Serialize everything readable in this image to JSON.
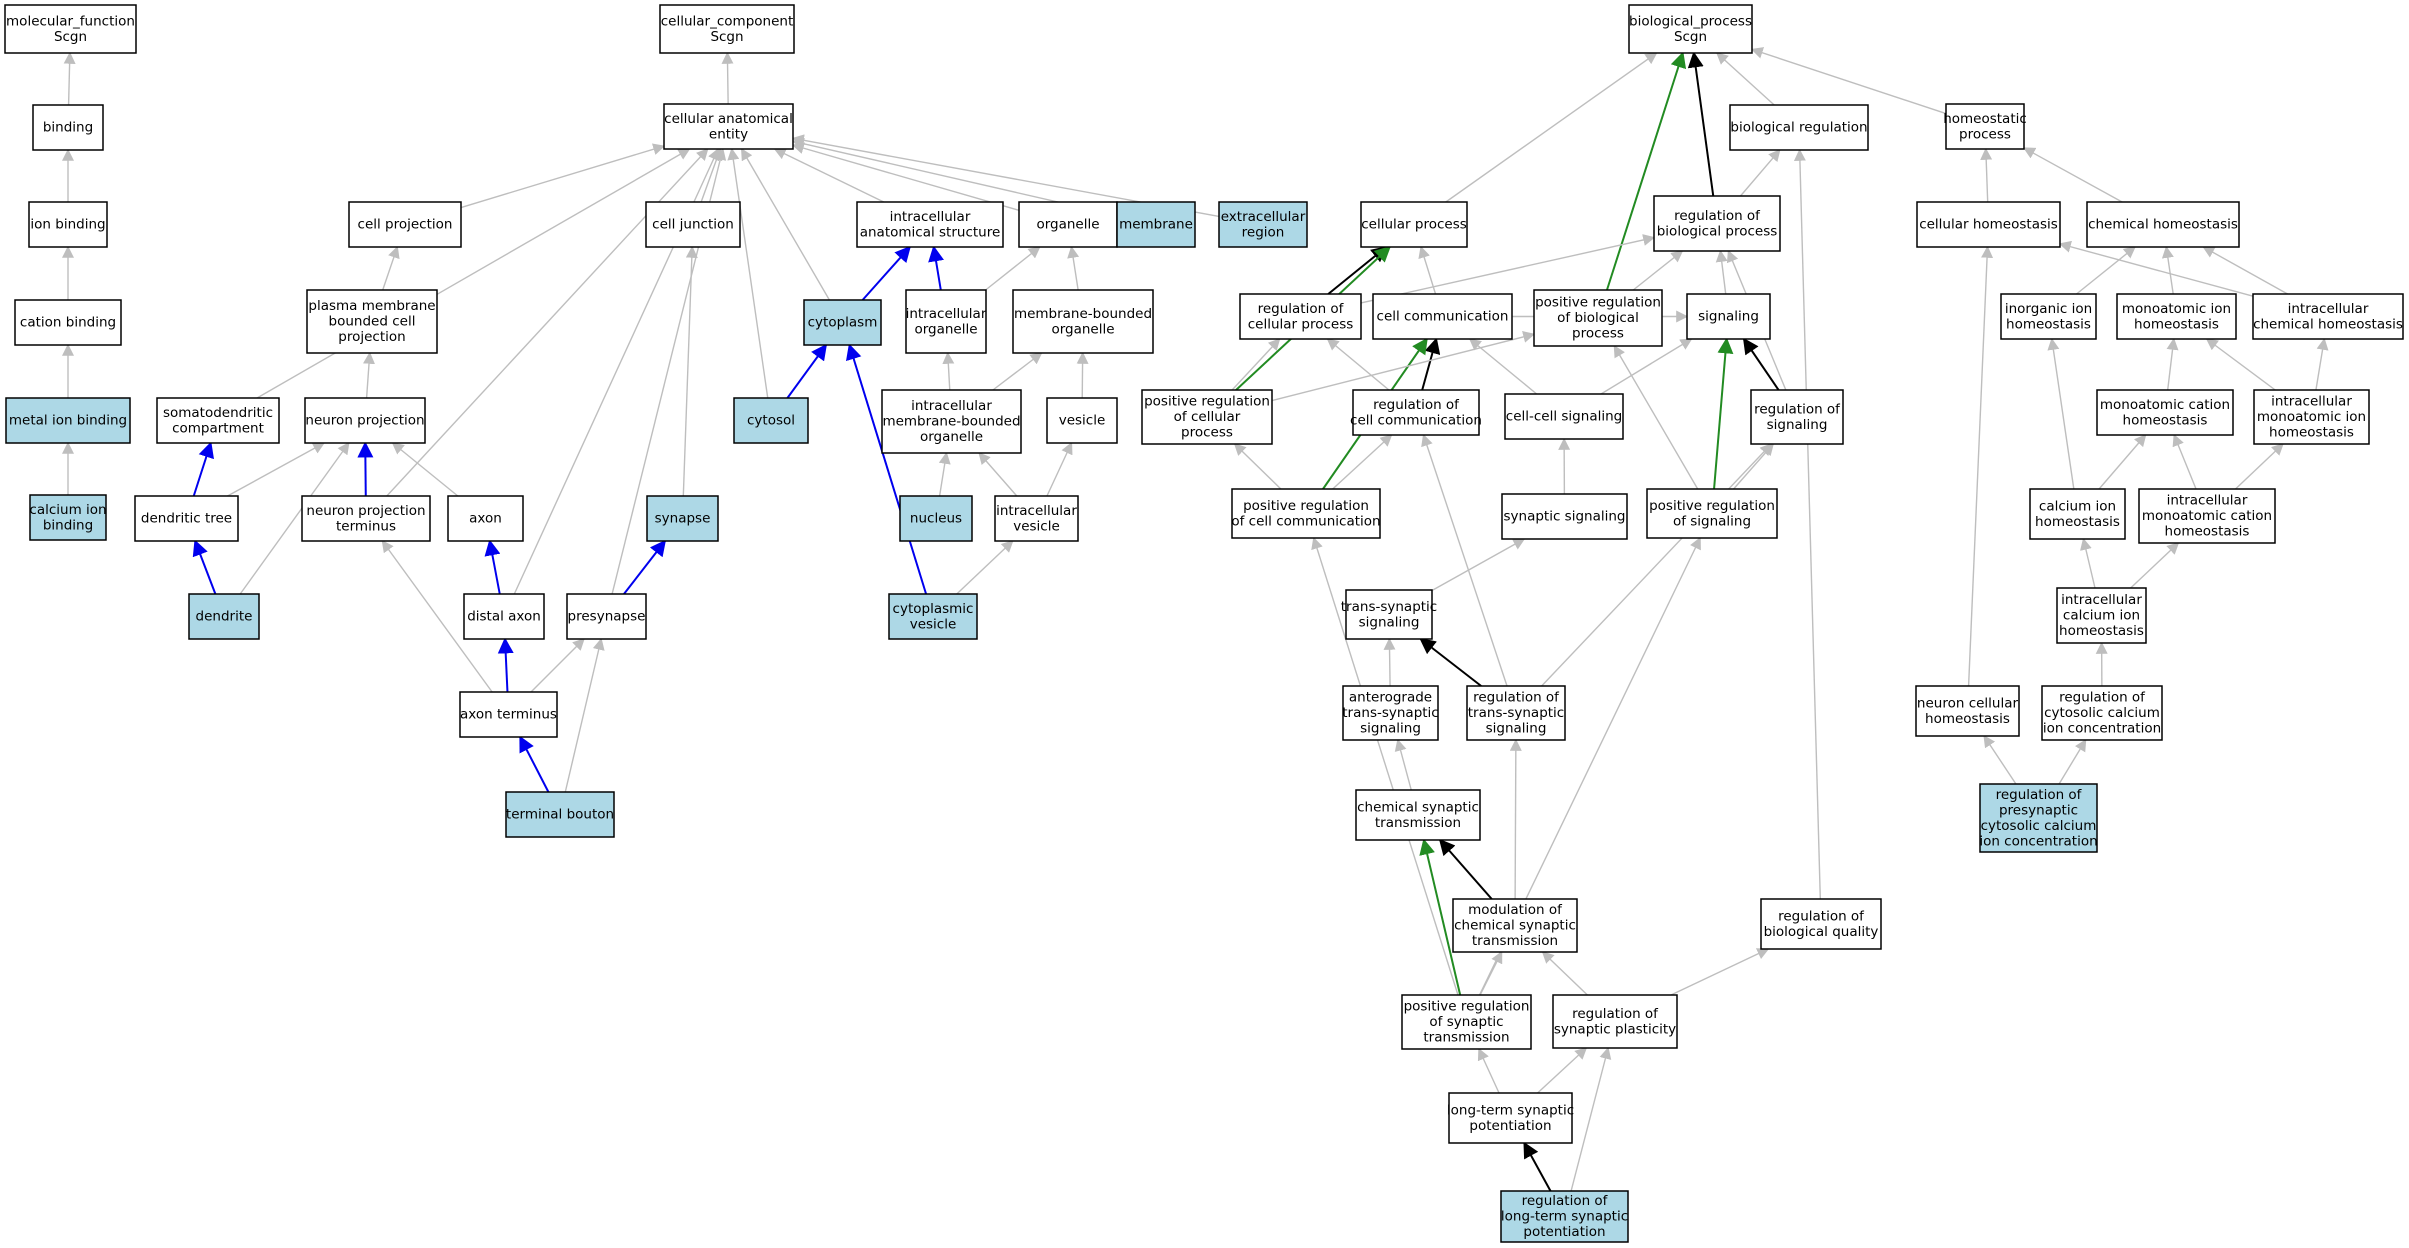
{
  "colors": {
    "highlight_fill": "#add8e6",
    "plain_fill": "#ffffff",
    "edge_gray": "#bebebe",
    "edge_black": "#000000",
    "edge_blue": "#0000ee",
    "edge_green": "#228b22"
  },
  "nodes": [
    {
      "id": "mf",
      "label": [
        "molecular_function",
        "Scgn"
      ],
      "hl": false
    },
    {
      "id": "binding",
      "label": [
        "binding"
      ],
      "hl": false
    },
    {
      "id": "ionb",
      "label": [
        "ion binding"
      ],
      "hl": false
    },
    {
      "id": "cationb",
      "label": [
        "cation binding"
      ],
      "hl": false
    },
    {
      "id": "metalb",
      "label": [
        "metal ion binding"
      ],
      "hl": true
    },
    {
      "id": "calb",
      "label": [
        "calcium ion",
        "binding"
      ],
      "hl": true
    },
    {
      "id": "cc",
      "label": [
        "cellular_component",
        "Scgn"
      ],
      "hl": false
    },
    {
      "id": "cae",
      "label": [
        "cellular anatomical",
        "entity"
      ],
      "hl": false
    },
    {
      "id": "cellproj",
      "label": [
        "cell projection"
      ],
      "hl": false
    },
    {
      "id": "cjunc",
      "label": [
        "cell junction"
      ],
      "hl": false
    },
    {
      "id": "ias",
      "label": [
        "intracellular",
        "anatomical structure"
      ],
      "hl": false
    },
    {
      "id": "organelle",
      "label": [
        "organelle"
      ],
      "hl": false
    },
    {
      "id": "membrane",
      "label": [
        "membrane"
      ],
      "hl": true
    },
    {
      "id": "extreg",
      "label": [
        "extracellular",
        "region"
      ],
      "hl": true
    },
    {
      "id": "pmbcp",
      "label": [
        "plasma membrane",
        "bounded cell",
        "projection"
      ],
      "hl": false
    },
    {
      "id": "cytoplasm",
      "label": [
        "cytoplasm"
      ],
      "hl": true
    },
    {
      "id": "icorg",
      "label": [
        "intracellular",
        "organelle"
      ],
      "hl": false
    },
    {
      "id": "mbo",
      "label": [
        "membrane-bounded",
        "organelle"
      ],
      "hl": false
    },
    {
      "id": "sdc",
      "label": [
        "somatodendritic",
        "compartment"
      ],
      "hl": false
    },
    {
      "id": "neuproj",
      "label": [
        "neuron projection"
      ],
      "hl": false
    },
    {
      "id": "cytosol",
      "label": [
        "cytosol"
      ],
      "hl": true
    },
    {
      "id": "imbo",
      "label": [
        "intracellular",
        "membrane-bounded",
        "organelle"
      ],
      "hl": false
    },
    {
      "id": "vesicle",
      "label": [
        "vesicle"
      ],
      "hl": false
    },
    {
      "id": "dtree",
      "label": [
        "dendritic tree"
      ],
      "hl": false
    },
    {
      "id": "npterm",
      "label": [
        "neuron projection",
        "terminus"
      ],
      "hl": false
    },
    {
      "id": "axon",
      "label": [
        "axon"
      ],
      "hl": false
    },
    {
      "id": "synapse",
      "label": [
        "synapse"
      ],
      "hl": true
    },
    {
      "id": "nucleus",
      "label": [
        "nucleus"
      ],
      "hl": true
    },
    {
      "id": "icves",
      "label": [
        "intracellular",
        "vesicle"
      ],
      "hl": false
    },
    {
      "id": "dendrite",
      "label": [
        "dendrite"
      ],
      "hl": true
    },
    {
      "id": "daxon",
      "label": [
        "distal axon"
      ],
      "hl": false
    },
    {
      "id": "presyn",
      "label": [
        "presynapse"
      ],
      "hl": false
    },
    {
      "id": "cytves",
      "label": [
        "cytoplasmic",
        "vesicle"
      ],
      "hl": true
    },
    {
      "id": "axterm",
      "label": [
        "axon terminus"
      ],
      "hl": false
    },
    {
      "id": "tbouton",
      "label": [
        "terminal bouton"
      ],
      "hl": true
    },
    {
      "id": "bp",
      "label": [
        "biological_process",
        "Scgn"
      ],
      "hl": false
    },
    {
      "id": "bioreg",
      "label": [
        "biological regulation"
      ],
      "hl": false
    },
    {
      "id": "homeo",
      "label": [
        "homeostatic",
        "process"
      ],
      "hl": false
    },
    {
      "id": "cellproc",
      "label": [
        "cellular process"
      ],
      "hl": false
    },
    {
      "id": "regbp",
      "label": [
        "regulation of",
        "biological process"
      ],
      "hl": false
    },
    {
      "id": "cellhomeo",
      "label": [
        "cellular homeostasis"
      ],
      "hl": false
    },
    {
      "id": "chemhomeo",
      "label": [
        "chemical homeostasis"
      ],
      "hl": false
    },
    {
      "id": "regcp",
      "label": [
        "regulation of",
        "cellular process"
      ],
      "hl": false
    },
    {
      "id": "cellcomm",
      "label": [
        "cell communication"
      ],
      "hl": false
    },
    {
      "id": "posregbp",
      "label": [
        "positive regulation",
        "of biological",
        "process"
      ],
      "hl": false
    },
    {
      "id": "signaling",
      "label": [
        "signaling"
      ],
      "hl": false
    },
    {
      "id": "inorghomeo",
      "label": [
        "inorganic ion",
        "homeostasis"
      ],
      "hl": false
    },
    {
      "id": "monohomeo",
      "label": [
        "monoatomic ion",
        "homeostasis"
      ],
      "hl": false
    },
    {
      "id": "icchemhomeo",
      "label": [
        "intracellular",
        "chemical homeostasis"
      ],
      "hl": false
    },
    {
      "id": "posregcp",
      "label": [
        "positive regulation",
        "of cellular",
        "process"
      ],
      "hl": false
    },
    {
      "id": "regcc",
      "label": [
        "regulation of",
        "cell communication"
      ],
      "hl": false
    },
    {
      "id": "ccsig",
      "label": [
        "cell-cell signaling"
      ],
      "hl": false
    },
    {
      "id": "regsig",
      "label": [
        "regulation of",
        "signaling"
      ],
      "hl": false
    },
    {
      "id": "monocathomeo",
      "label": [
        "monoatomic cation",
        "homeostasis"
      ],
      "hl": false
    },
    {
      "id": "icmonohomeo",
      "label": [
        "intracellular",
        "monoatomic ion",
        "homeostasis"
      ],
      "hl": false
    },
    {
      "id": "posregcc",
      "label": [
        "positive regulation",
        "of cell communication"
      ],
      "hl": false
    },
    {
      "id": "synsig",
      "label": [
        "synaptic signaling"
      ],
      "hl": false
    },
    {
      "id": "posregsig",
      "label": [
        "positive regulation",
        "of signaling"
      ],
      "hl": false
    },
    {
      "id": "calhomeo",
      "label": [
        "calcium ion",
        "homeostasis"
      ],
      "hl": false
    },
    {
      "id": "icmonocathomeo",
      "label": [
        "intracellular",
        "monoatomic cation",
        "homeostasis"
      ],
      "hl": false
    },
    {
      "id": "transsig",
      "label": [
        "trans-synaptic",
        "signaling"
      ],
      "hl": false
    },
    {
      "id": "iccalhomeo",
      "label": [
        "intracellular",
        "calcium ion",
        "homeostasis"
      ],
      "hl": false
    },
    {
      "id": "antero",
      "label": [
        "anterograde",
        "trans-synaptic",
        "signaling"
      ],
      "hl": false
    },
    {
      "id": "regtranssig",
      "label": [
        "regulation of",
        "trans-synaptic",
        "signaling"
      ],
      "hl": false
    },
    {
      "id": "nchomeo",
      "label": [
        "neuron cellular",
        "homeostasis"
      ],
      "hl": false
    },
    {
      "id": "regcytcal",
      "label": [
        "regulation of",
        "cytosolic calcium",
        "ion concentration"
      ],
      "hl": false
    },
    {
      "id": "chemsyn",
      "label": [
        "chemical synaptic",
        "transmission"
      ],
      "hl": false
    },
    {
      "id": "regpresyn",
      "label": [
        "regulation of",
        "presynaptic",
        "cytosolic calcium",
        "ion concentration"
      ],
      "hl": true
    },
    {
      "id": "modchemsyn",
      "label": [
        "modulation of",
        "chemical synaptic",
        "transmission"
      ],
      "hl": false
    },
    {
      "id": "regbq",
      "label": [
        "regulation of",
        "biological quality"
      ],
      "hl": false
    },
    {
      "id": "posregsyn",
      "label": [
        "positive regulation",
        "of synaptic",
        "transmission"
      ],
      "hl": false
    },
    {
      "id": "regsynplast",
      "label": [
        "regulation of",
        "synaptic plasticity"
      ],
      "hl": false
    },
    {
      "id": "ltp",
      "label": [
        "long-term synaptic",
        "potentiation"
      ],
      "hl": false
    },
    {
      "id": "regltp",
      "label": [
        "regulation of",
        "long-term synaptic",
        "potentiation"
      ],
      "hl": true
    }
  ],
  "edges": [
    [
      "binding",
      "mf",
      "gray"
    ],
    [
      "ionb",
      "binding",
      "gray"
    ],
    [
      "cationb",
      "ionb",
      "gray"
    ],
    [
      "metalb",
      "cationb",
      "gray"
    ],
    [
      "calb",
      "metalb",
      "gray"
    ],
    [
      "cae",
      "cc",
      "gray"
    ],
    [
      "cellproj",
      "cae",
      "gray"
    ],
    [
      "cjunc",
      "cae",
      "gray"
    ],
    [
      "ias",
      "cae",
      "gray"
    ],
    [
      "organelle",
      "cae",
      "gray"
    ],
    [
      "membrane",
      "cae",
      "gray"
    ],
    [
      "extreg",
      "cae",
      "gray"
    ],
    [
      "sdc",
      "cae",
      "gray"
    ],
    [
      "npterm",
      "cae",
      "gray"
    ],
    [
      "daxon",
      "cae",
      "gray"
    ],
    [
      "presyn",
      "cae",
      "gray"
    ],
    [
      "cytosol",
      "cae",
      "gray"
    ],
    [
      "cytoplasm",
      "cae",
      "gray"
    ],
    [
      "pmbcp",
      "cellproj",
      "gray"
    ],
    [
      "neuproj",
      "pmbcp",
      "gray"
    ],
    [
      "cytoplasm",
      "ias",
      "blue"
    ],
    [
      "icorg",
      "ias",
      "blue"
    ],
    [
      "icorg",
      "organelle",
      "gray"
    ],
    [
      "mbo",
      "organelle",
      "gray"
    ],
    [
      "imbo",
      "icorg",
      "gray"
    ],
    [
      "imbo",
      "mbo",
      "gray"
    ],
    [
      "vesicle",
      "mbo",
      "gray"
    ],
    [
      "cytosol",
      "cytoplasm",
      "blue"
    ],
    [
      "cytves",
      "cytoplasm",
      "blue"
    ],
    [
      "dtree",
      "sdc",
      "blue"
    ],
    [
      "dtree",
      "neuproj",
      "gray"
    ],
    [
      "npterm",
      "neuproj",
      "blue"
    ],
    [
      "axon",
      "neuproj",
      "gray"
    ],
    [
      "dendrite",
      "neuproj",
      "gray"
    ],
    [
      "synapse",
      "cjunc",
      "gray"
    ],
    [
      "nucleus",
      "imbo",
      "gray"
    ],
    [
      "icves",
      "imbo",
      "gray"
    ],
    [
      "icves",
      "vesicle",
      "gray"
    ],
    [
      "dendrite",
      "dtree",
      "blue"
    ],
    [
      "daxon",
      "axon",
      "blue"
    ],
    [
      "presyn",
      "synapse",
      "blue"
    ],
    [
      "cytves",
      "icves",
      "gray"
    ],
    [
      "axterm",
      "npterm",
      "gray"
    ],
    [
      "axterm",
      "daxon",
      "blue"
    ],
    [
      "axterm",
      "presyn",
      "gray"
    ],
    [
      "tbouton",
      "axterm",
      "blue"
    ],
    [
      "tbouton",
      "presyn",
      "gray"
    ],
    [
      "bioreg",
      "bp",
      "gray"
    ],
    [
      "homeo",
      "bp",
      "gray"
    ],
    [
      "cellproc",
      "bp",
      "gray"
    ],
    [
      "regbp",
      "bp",
      "black"
    ],
    [
      "posregbp",
      "bp",
      "green"
    ],
    [
      "regbp",
      "bioreg",
      "gray"
    ],
    [
      "cellhomeo",
      "homeo",
      "gray"
    ],
    [
      "chemhomeo",
      "homeo",
      "gray"
    ],
    [
      "regcp",
      "cellproc",
      "black"
    ],
    [
      "cellcomm",
      "cellproc",
      "gray"
    ],
    [
      "posregcp",
      "cellproc",
      "green"
    ],
    [
      "regcp",
      "regbp",
      "gray"
    ],
    [
      "posregbp",
      "regbp",
      "gray"
    ],
    [
      "signaling",
      "regbp",
      "gray"
    ],
    [
      "regsig",
      "regbp",
      "gray"
    ],
    [
      "cellcomm",
      "signaling",
      "gray"
    ],
    [
      "ccsig",
      "cellcomm",
      "gray"
    ],
    [
      "regcc",
      "cellcomm",
      "black"
    ],
    [
      "posregcc",
      "cellcomm",
      "green"
    ],
    [
      "posregcp",
      "regcp",
      "gray"
    ],
    [
      "posregcp",
      "posregbp",
      "gray"
    ],
    [
      "regcc",
      "regcp",
      "gray"
    ],
    [
      "regsig",
      "signaling",
      "black"
    ],
    [
      "posregsig",
      "signaling",
      "green"
    ],
    [
      "posregsig",
      "posregbp",
      "gray"
    ],
    [
      "posregsig",
      "regsig",
      "gray"
    ],
    [
      "posregcc",
      "posregcp",
      "gray"
    ],
    [
      "posregcc",
      "regcc",
      "gray"
    ],
    [
      "regtranssig",
      "regcc",
      "gray"
    ],
    [
      "ccsig",
      "signaling",
      "gray"
    ],
    [
      "synsig",
      "ccsig",
      "gray"
    ],
    [
      "transsig",
      "synsig",
      "gray"
    ],
    [
      "regtranssig",
      "transsig",
      "black"
    ],
    [
      "regtranssig",
      "regsig",
      "gray"
    ],
    [
      "antero",
      "transsig",
      "gray"
    ],
    [
      "chemsyn",
      "antero",
      "gray"
    ],
    [
      "modchemsyn",
      "chemsyn",
      "black"
    ],
    [
      "modchemsyn",
      "regtranssig",
      "gray"
    ],
    [
      "posregsyn",
      "chemsyn",
      "green"
    ],
    [
      "posregsyn",
      "modchemsyn",
      "gray"
    ],
    [
      "posregsyn",
      "posregcc",
      "gray"
    ],
    [
      "posregsyn",
      "posregsig",
      "gray"
    ],
    [
      "regsynplast",
      "modchemsyn",
      "gray"
    ],
    [
      "regsynplast",
      "regbq",
      "gray"
    ],
    [
      "regbq",
      "bioreg",
      "gray"
    ],
    [
      "ltp",
      "posregsyn",
      "gray"
    ],
    [
      "ltp",
      "regsynplast",
      "gray"
    ],
    [
      "regltp",
      "ltp",
      "black"
    ],
    [
      "regltp",
      "regsynplast",
      "gray"
    ],
    [
      "icchemhomeo",
      "cellhomeo",
      "gray"
    ],
    [
      "icchemhomeo",
      "chemhomeo",
      "gray"
    ],
    [
      "inorghomeo",
      "chemhomeo",
      "gray"
    ],
    [
      "monohomeo",
      "chemhomeo",
      "gray"
    ],
    [
      "monocathomeo",
      "monohomeo",
      "gray"
    ],
    [
      "icmonohomeo",
      "monohomeo",
      "gray"
    ],
    [
      "icmonohomeo",
      "icchemhomeo",
      "gray"
    ],
    [
      "calhomeo",
      "inorghomeo",
      "gray"
    ],
    [
      "calhomeo",
      "monocathomeo",
      "gray"
    ],
    [
      "icmonocathomeo",
      "monocathomeo",
      "gray"
    ],
    [
      "icmonocathomeo",
      "icmonohomeo",
      "gray"
    ],
    [
      "iccalhomeo",
      "calhomeo",
      "gray"
    ],
    [
      "iccalhomeo",
      "icmonocathomeo",
      "gray"
    ],
    [
      "regcytcal",
      "iccalhomeo",
      "gray"
    ],
    [
      "nchomeo",
      "cellhomeo",
      "gray"
    ],
    [
      "regpresyn",
      "nchomeo",
      "gray"
    ],
    [
      "regpresyn",
      "regcytcal",
      "gray"
    ]
  ]
}
